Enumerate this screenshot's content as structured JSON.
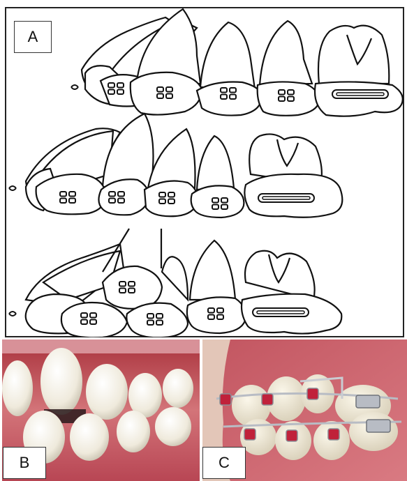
{
  "panels": {
    "a": {
      "label": "A"
    },
    "b": {
      "label": "B"
    },
    "c": {
      "label": "C"
    }
  },
  "colors": {
    "line": "#111111",
    "gum": "#c8535f",
    "tooth": "#f1ede0",
    "metal": "#b8bcc4",
    "elastic": "#c0213a"
  },
  "icons": [
    "bracket-icon",
    "molar-tube-icon",
    "gingiva-mark-icon"
  ]
}
